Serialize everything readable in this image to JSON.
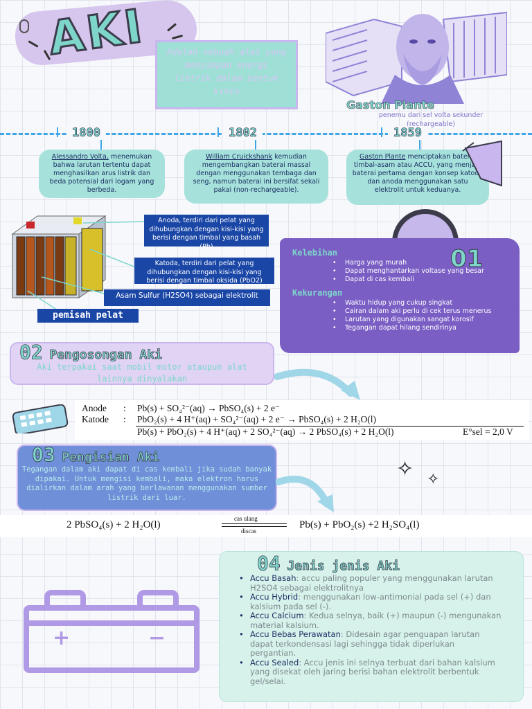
{
  "title": "AKI",
  "definition": "Adalah sebuah alat yang menyimpan energi listrik dalam bentuk kimia",
  "portrait": {
    "name": "Gaston Plante",
    "caption": "penemu dari sel volta sekunder (rechargeable)"
  },
  "timeline": [
    {
      "year": "1800",
      "person": "Alessandro Volta,",
      "text": "menemukan bahwa larutan tertentu dapat menghasilkan arus listrik dan beda potensial dari logam yang berbeda."
    },
    {
      "year": "1802",
      "person": "William Cruickshank",
      "text": "kemudian mengembangkan baterai massal dengan menggunakan tembaga dan seng, namun baterai ini bersifat sekali pakai (non-rechargeable)."
    },
    {
      "year": "1859",
      "person": "Gaston Plante",
      "text": "menciptakan baterai timbal-asam atau ACCU, yang menjadi baterai pertama dengan konsep katoda dan anoda menggunakan satu elektrolit untuk keduanya."
    }
  ],
  "diagram": {
    "anoda": "Anoda, terdiri dari pelat yang dihubungkan dengan kisi-kisi yang berisi dengan timbal yang basah (Pb)",
    "katoda": "Katoda, terdiri dari pelat yang dihubungkan dengan kisi-kisi yang berisi dengan timbal oksida (PbO2)",
    "elektrolit": "Asam Sulfur (H2SO4) sebagai elektrolit",
    "pemisah": "pemisah pelat"
  },
  "card01": {
    "number": "01",
    "kelebihan_title": "Kelebihan",
    "kelebihan": [
      "Harga yang murah",
      "Dapat menghantarkan voltase yang besar",
      "Dapat di cas kembali"
    ],
    "kekurangan_title": "Kekurangan",
    "kekurangan": [
      "Waktu hidup yang cukup singkat",
      "Cairan dalam aki perlu di cek terus menerus",
      "Larutan yang digunakan sangat korosif",
      "Tegangan dapat hilang sendirinya"
    ]
  },
  "section02": {
    "number": "02",
    "title": "Pengosongan Aki",
    "desc": "Aki terpakai saat mobil motor ataupun alat lainnya dinyalakan"
  },
  "equations": {
    "anode_label": "Anode",
    "katode_label": "Katode",
    "colon": ":",
    "anode": "Pb(s) + SO₄²⁻(aq) → PbSO₄(s) + 2 e⁻",
    "katode": "PbO₂(s) + 4 H⁺(aq) + SO₄²⁻(aq) + 2 e⁻ → PbSO₄(s) + 2 H₂O(l)",
    "total": "Pb(s) + PbO₂(s) + 4 H⁺(aq) + 2 SO₄²⁻(aq) → 2 PbSO₄(s) + 2 H₂O(l)",
    "potential": "E°sel = 2,0 V"
  },
  "section03": {
    "number": "03",
    "title": "Pengisian Aki",
    "desc": "Tegangan dalam aki dapat di cas kembali jika sudah banyak dipakai. Untuk mengisi kembali, maka elektron harus dialirkan dalam arah yang berlawanan menggunakan sumber listrik dari luar."
  },
  "reaction": {
    "left": "2 PbSO₄(s) + 2 H₂O(l)",
    "right": "Pb(s) + PbO₂(s) +2 H₂SO₄(l)",
    "top": "cas ulang",
    "bottom": "discas"
  },
  "section04": {
    "number": "04",
    "title": "Jenis jenis Aki",
    "items": [
      {
        "name": "Accu Basah",
        "text": ": accu paling populer yang menggunakan larutan H2SO4 sebagai elektrolitnya"
      },
      {
        "name": "Accu Hybrid",
        "text": ": menggunakan low-antimonial pada sel (+) dan kalsium pada sel (-)."
      },
      {
        "name": "Accu Calcium",
        "text": ": Kedua selnya, baik (+) maupun (-) mengunakan material kalsium."
      },
      {
        "name": "Accu Bebas Perawatan",
        "text": ": Didesain agar penguapan larutan dapat terkondensasi lagi sehingga tidak diperlukan pergantian."
      },
      {
        "name": "Accu Sealed",
        "text": ": Accu jenis ini selnya terbuat dari bahan kalsium yang disekat oleh jaring berisi bahan elektrolit berbentuk gel/selai."
      }
    ]
  },
  "battery_icon": {
    "plus": "+",
    "minus": "−"
  }
}
